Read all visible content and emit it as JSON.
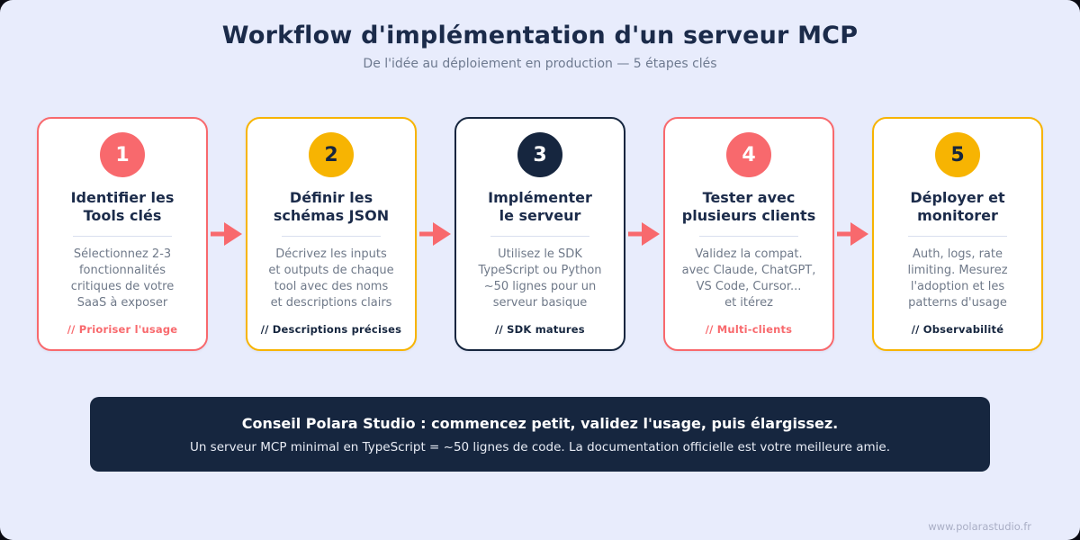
{
  "header": {
    "title": "Workflow d'implémentation d'un serveur MCP",
    "subtitle": "De l'idée au déploiement en production — 5 étapes clés"
  },
  "colors": {
    "coral": "#F8696D",
    "yellow": "#F7B402",
    "navy": "#16263F",
    "white": "#FFFFFF",
    "canvas_bg": "#E8ECFC",
    "card_bg": "#FFFFFF",
    "title_text": "#1B2B4A",
    "desc_text": "#6F7989",
    "arrow": "#F8696D"
  },
  "cards": [
    {
      "number": "1",
      "title": "Identifier les\nTools clés",
      "description": "Sélectionnez 2-3\nfonctionnalités\ncritiques de votre\nSaaS à exposer",
      "tag": "// Prioriser l'usage",
      "accent": "coral",
      "number_bg": "coral",
      "number_fg": "white",
      "tag_color": "coral"
    },
    {
      "number": "2",
      "title": "Définir les\nschémas JSON",
      "description": "Décrivez les inputs\net outputs de chaque\ntool avec des noms\net descriptions clairs",
      "tag": "// Descriptions précises",
      "accent": "yellow",
      "number_bg": "yellow",
      "number_fg": "navy",
      "tag_color": "navy"
    },
    {
      "number": "3",
      "title": "Implémenter\nle serveur",
      "description": "Utilisez le SDK\nTypeScript ou Python\n~50 lignes pour un\nserveur basique",
      "tag": "// SDK matures",
      "accent": "navy",
      "number_bg": "navy",
      "number_fg": "white",
      "tag_color": "navy"
    },
    {
      "number": "4",
      "title": "Tester avec\nplusieurs clients",
      "description": "Validez la compat.\navec Claude, ChatGPT,\nVS Code, Cursor...\net itérez",
      "tag": "// Multi-clients",
      "accent": "coral",
      "number_bg": "coral",
      "number_fg": "white",
      "tag_color": "coral"
    },
    {
      "number": "5",
      "title": "Déployer et\nmonitorer",
      "description": "Auth, logs, rate\nlimiting. Mesurez\nl'adoption et les\npatterns d'usage",
      "tag": "// Observabilité",
      "accent": "yellow",
      "number_bg": "yellow",
      "number_fg": "navy",
      "tag_color": "navy"
    }
  ],
  "banner": {
    "title": "Conseil Polara Studio : commencez petit, validez l'usage, puis élargissez.",
    "subtitle": "Un serveur MCP minimal en TypeScript = ~50 lignes de code. La documentation officielle est votre meilleure amie."
  },
  "footer": {
    "watermark": "www.polarastudio.fr"
  }
}
